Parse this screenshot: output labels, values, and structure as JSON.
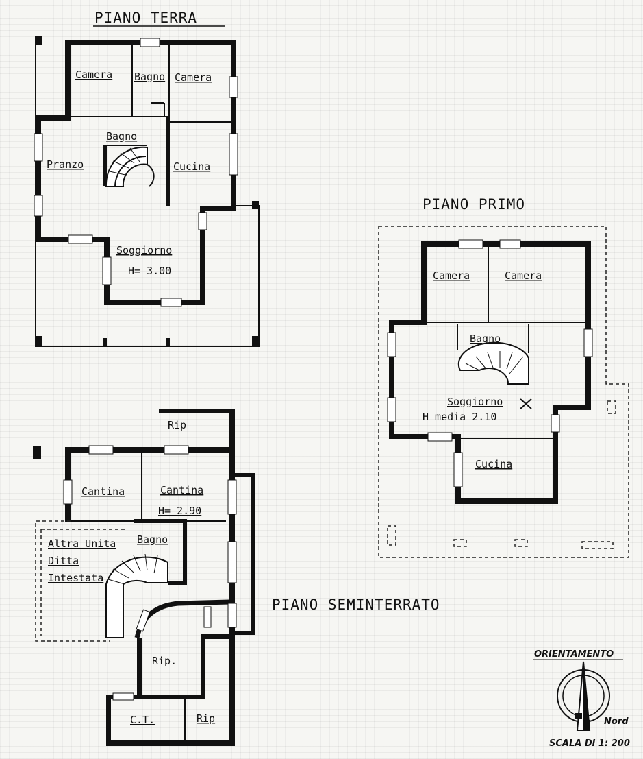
{
  "floors": {
    "terra": {
      "title": "PIANO TERRA",
      "rooms": {
        "camera1": "Camera",
        "bagno1": "Bagno",
        "camera2": "Camera",
        "bagno2": "Bagno",
        "pranzo": "Pranzo",
        "cucina": "Cucina",
        "soggiorno": "Soggiorno",
        "height": "H= 3.00"
      }
    },
    "primo": {
      "title": "PIANO PRIMO",
      "rooms": {
        "camera1": "Camera",
        "camera2": "Camera",
        "bagno": "Bagno",
        "soggiorno": "Soggiorno",
        "height": "H media 2.10",
        "cucina": "Cucina"
      }
    },
    "seminterrato": {
      "title": "PIANO SEMINTERRATO",
      "rooms": {
        "rip_top": "Rip",
        "cantina1": "Cantina",
        "cantina2": "Cantina",
        "height": "H= 2.90",
        "bagno": "Bagno",
        "altra1": "Altra Unita",
        "altra2": "Ditta",
        "altra3": "Intestata",
        "rip_mid": "Rip.",
        "ct": "C.T.",
        "rip_bottom": "Rip"
      }
    }
  },
  "legend": {
    "orientation": "ORIENTAMENTO",
    "north": "Nord",
    "scale": "SCALA DI 1: 200"
  }
}
